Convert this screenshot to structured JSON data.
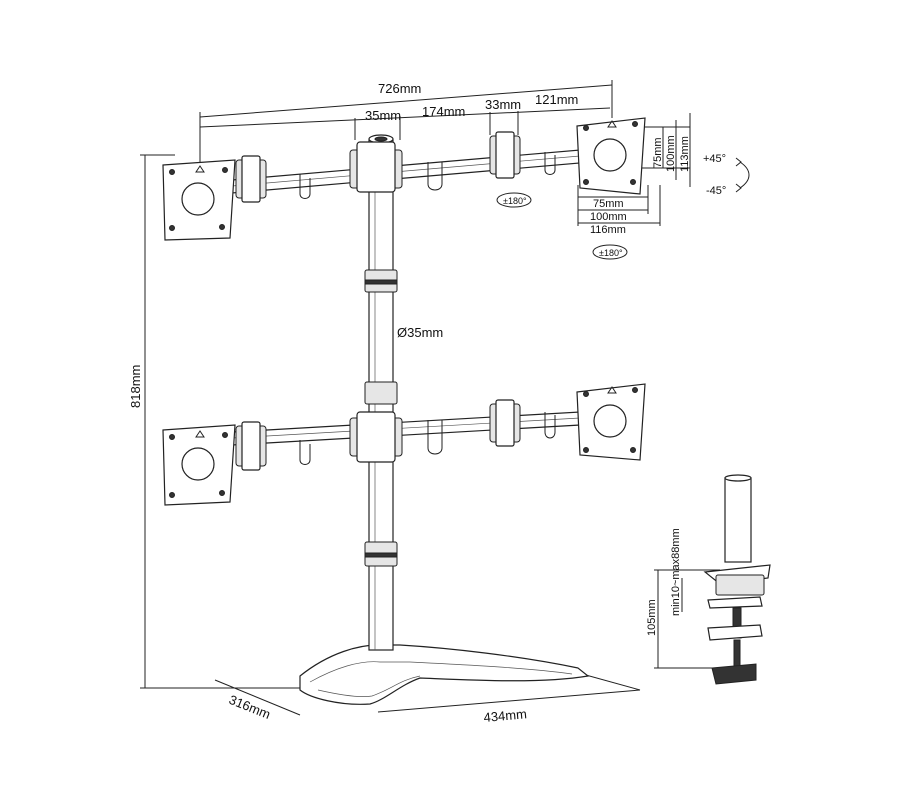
{
  "dimensions": {
    "total_width": "726mm",
    "pole_to_clamp": "35mm",
    "arm_length": "174mm",
    "clamp_width": "33mm",
    "plate_offset": "121mm",
    "vesa_h_75": "75mm",
    "vesa_h_100": "100mm",
    "plate_h_113": "113mm",
    "vesa_w_75": "75mm",
    "vesa_w_100": "100mm",
    "plate_w_116": "116mm",
    "tilt_up": "+45°",
    "tilt_down": "-45°",
    "rotate_top": "±180°",
    "rotate_plate": "±180°",
    "pole_diameter": "Ø35mm",
    "total_height": "818mm",
    "base_depth": "316mm",
    "base_width": "434mm",
    "clamp_height": "105mm",
    "desk_thickness": "min10~max88mm"
  }
}
